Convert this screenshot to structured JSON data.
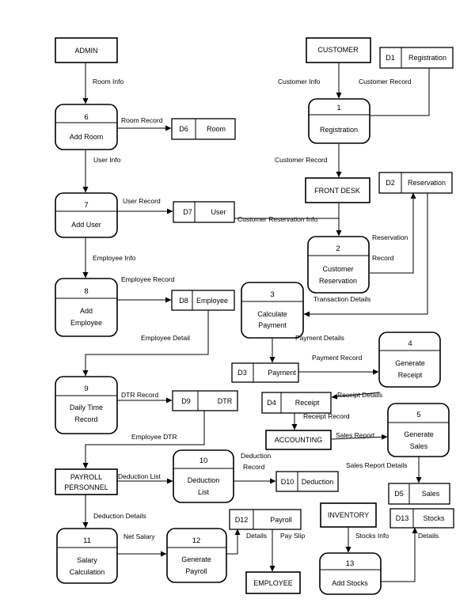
{
  "entities": {
    "admin": "ADMIN",
    "customer": "CUSTOMER",
    "front_desk": "FRONT DESK",
    "accounting": "ACCOUNTING",
    "payroll_1": "PAYROLL",
    "payroll_2": "PERSONNEL",
    "inventory": "INVENTORY",
    "employee": "EMPLOYEE"
  },
  "processes": {
    "p1": {
      "num": "1",
      "l1": "Registration",
      "l2": ""
    },
    "p2": {
      "num": "2",
      "l1": "Customer",
      "l2": "Reservation"
    },
    "p3": {
      "num": "3",
      "l1": "Calculate",
      "l2": "Payment"
    },
    "p4": {
      "num": "4",
      "l1": "Generate",
      "l2": "Receipt"
    },
    "p5": {
      "num": "5",
      "l1": "Generate",
      "l2": "Sales"
    },
    "p6": {
      "num": "6",
      "l1": "Add Room",
      "l2": ""
    },
    "p7": {
      "num": "7",
      "l1": "Add User",
      "l2": ""
    },
    "p8": {
      "num": "8",
      "l1": "Add",
      "l2": "Employee"
    },
    "p9": {
      "num": "9",
      "l1": "Daily Time",
      "l2": "Record"
    },
    "p10": {
      "num": "10",
      "l1": "Deduction",
      "l2": "List"
    },
    "p11": {
      "num": "11",
      "l1": "Salary",
      "l2": "Calculation"
    },
    "p12": {
      "num": "12",
      "l1": "Generate",
      "l2": "Payroll"
    },
    "p13": {
      "num": "13",
      "l1": "Add Stocks",
      "l2": ""
    }
  },
  "stores": {
    "d1": {
      "id": "D1",
      "name": "Registration"
    },
    "d2": {
      "id": "D2",
      "name": "Reservation"
    },
    "d3": {
      "id": "D3",
      "name": "Payment"
    },
    "d4": {
      "id": "D4",
      "name": "Receipt"
    },
    "d5": {
      "id": "D5",
      "name": "Sales"
    },
    "d6": {
      "id": "D6",
      "name": "Room"
    },
    "d7": {
      "id": "D7",
      "name": "User"
    },
    "d8": {
      "id": "D8",
      "name": "Employee"
    },
    "d9": {
      "id": "D9",
      "name": "DTR"
    },
    "d10": {
      "id": "D10",
      "name": "Deduction"
    },
    "d12": {
      "id": "D12",
      "name": "Payroll"
    },
    "d13": {
      "id": "D13",
      "name": "Stocks"
    }
  },
  "flows": {
    "room_info": "Room Info",
    "room_record": "Room Record",
    "user_info": "User Info",
    "user_record": "User Record",
    "employee_info": "Employee Info",
    "employee_record": "Employee Record",
    "employee_detail": "Employee Detail",
    "dtr_record": "DTR Record",
    "employee_dtr": "Employee DTR",
    "deduction_list": "Deduction List",
    "deduction_record_1": "Deduction",
    "deduction_record_2": "Record",
    "deduction_details": "Deduction Details",
    "net_salary": "Net Salary",
    "details_payroll": "Details",
    "pay_slip": "Pay Slip",
    "customer_info": "Customer Info",
    "customer_record": "Customer Record",
    "customer_record_2": "Customer Record",
    "customer_reservation_info": "Customer Reservation Info",
    "reservation_record_1": "Reservation",
    "reservation_record_2": "Record",
    "transaction_details": "Transaction Details",
    "payment_details": "Payment Details",
    "payment_record": "Payment Record",
    "receipt_details": "Receipt Details",
    "receipt_record": "Receipt Record",
    "sales_report": "Sales Report",
    "sales_report_details": "Sales Report Details",
    "stocks_info": "Stocks Info",
    "details_stocks": "Details"
  }
}
